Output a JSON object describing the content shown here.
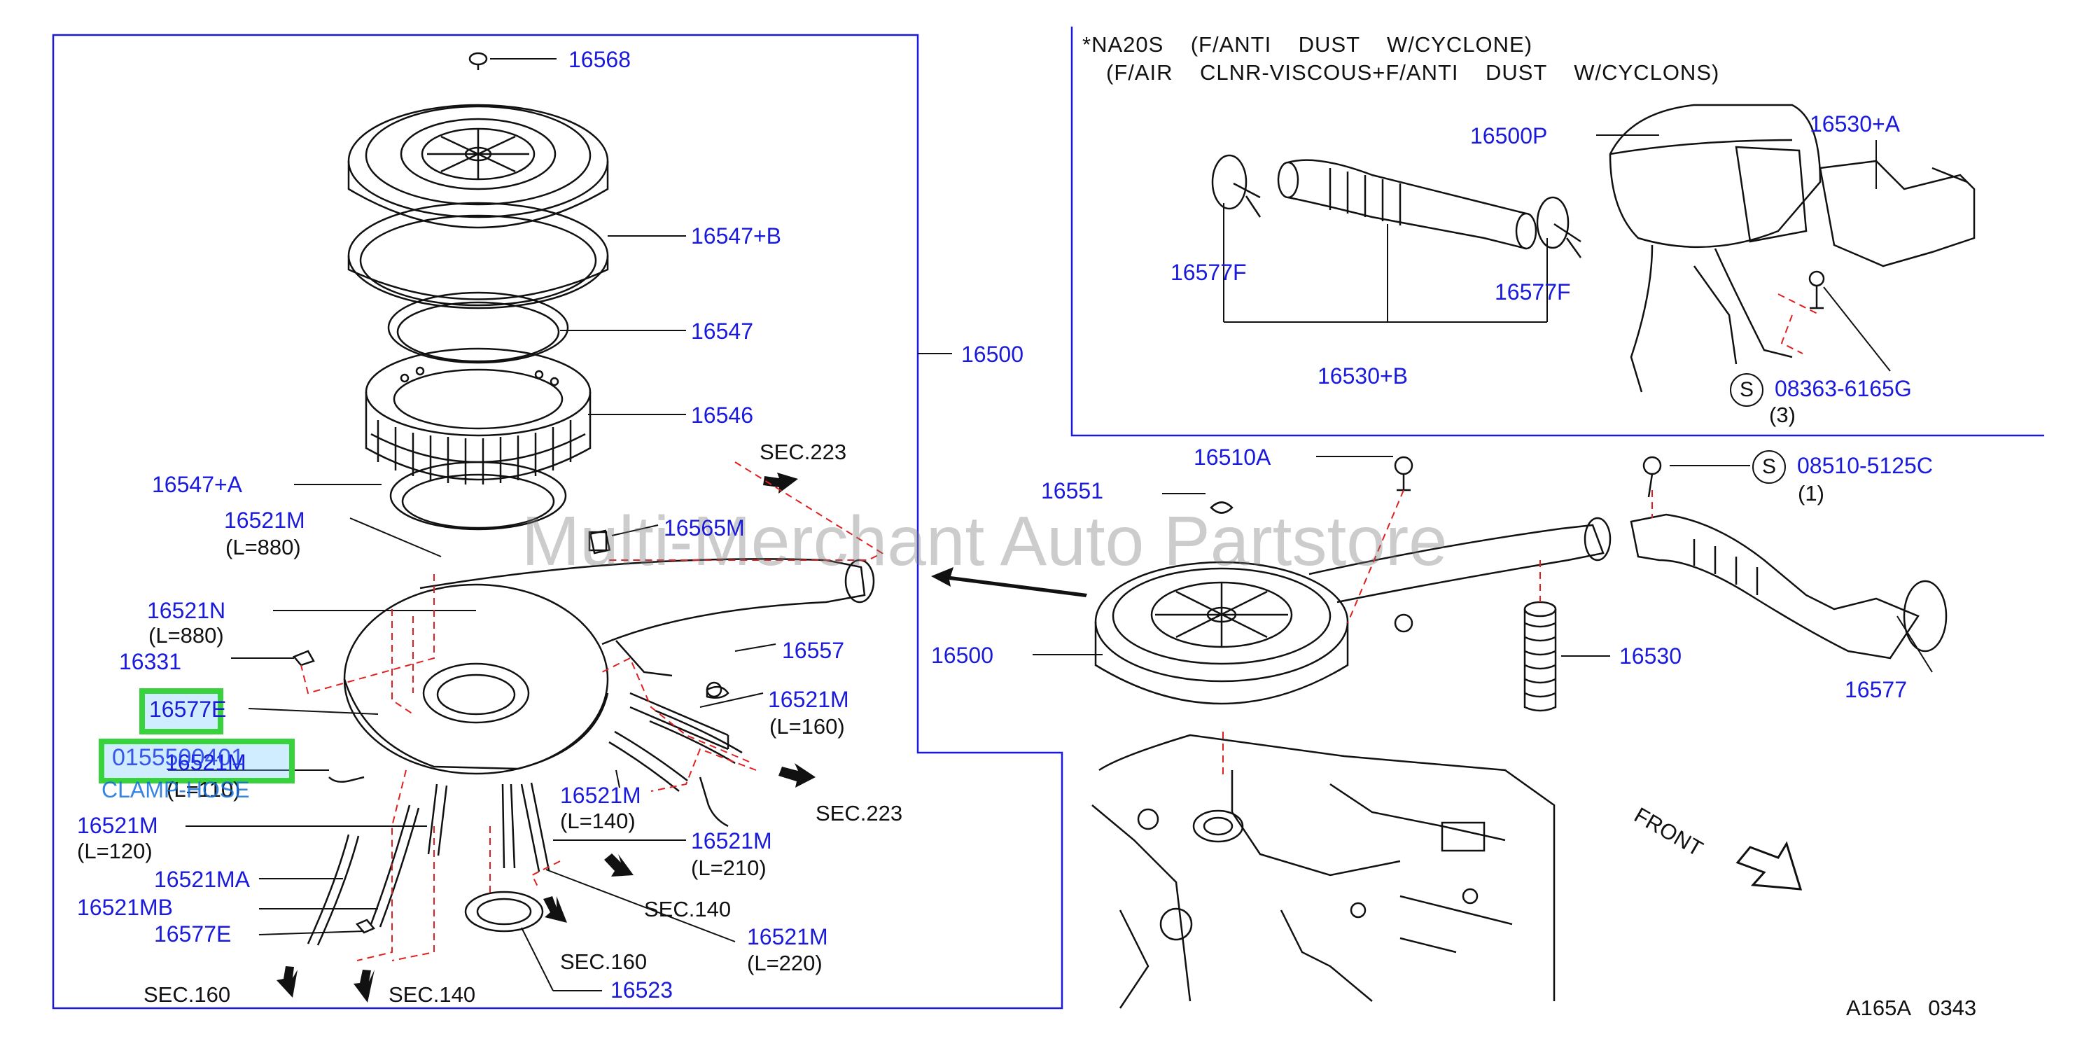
{
  "diagram": {
    "header_line1": "*NA20S    (F/ANTI    DUST    W/CYCLONE)",
    "header_line2": "(F/AIR    CLNR-VISCOUS+F/ANTI    DUST    W/CYCLONS)",
    "watermark": "Multi-Merchant Auto Partstore",
    "figure_code": "A165A   0343",
    "front_label": "FRONT",
    "s_symbol": "S",
    "parts": {
      "p16568": "16568",
      "p16547B": "16547+B",
      "p16547": "16547",
      "p16546": "16546",
      "p16547A": "16547+A",
      "p16500_left": "16500",
      "p16521M_880": "16521M",
      "l_880a": "(L=880)",
      "p16565M": "16565M",
      "p16521N": "16521N",
      "l_880b": "(L=880)",
      "p16331": "16331",
      "p16557": "16557",
      "p16577E_top": "16577E",
      "p16521M_160": "16521M",
      "l_160": "(L=160)",
      "p16521M_110": "16521M",
      "l_110": "(L=110)",
      "p16521M_120": "16521M",
      "l_120": "(L=120)",
      "p16521M_140": "16521M",
      "l_140": "(L=140)",
      "p16521M_210": "16521M",
      "l_210": "(L=210)",
      "p16521MA": "16521MA",
      "p16521MB": "16521MB",
      "p16577E_bot": "16577E",
      "p16521M_220": "16521M",
      "l_220": "(L=220)",
      "p16523": "16523",
      "p16500P": "16500P",
      "p16530A": "16530+A",
      "p16577F_left": "16577F",
      "p16577F_right": "16577F",
      "p16530B": "16530+B",
      "p08363": "08363-6165G",
      "q3": "(3)",
      "p16551": "16551",
      "p16510A": "16510A",
      "p08510": "08510-5125C",
      "q1": "(1)",
      "p16500_right": "16500",
      "p16530": "16530",
      "p16577": "16577"
    },
    "sections": {
      "sec223_top": "SEC.223",
      "sec223_right": "SEC.223",
      "sec140_mid": "SEC.140",
      "sec160_mid": "SEC.160",
      "sec160_bot": "SEC.160",
      "sec140_bot": "SEC.140"
    },
    "highlight": {
      "part_label": "16577E",
      "part_number": "0155500401",
      "description": "CLAMP-HOSE"
    }
  }
}
